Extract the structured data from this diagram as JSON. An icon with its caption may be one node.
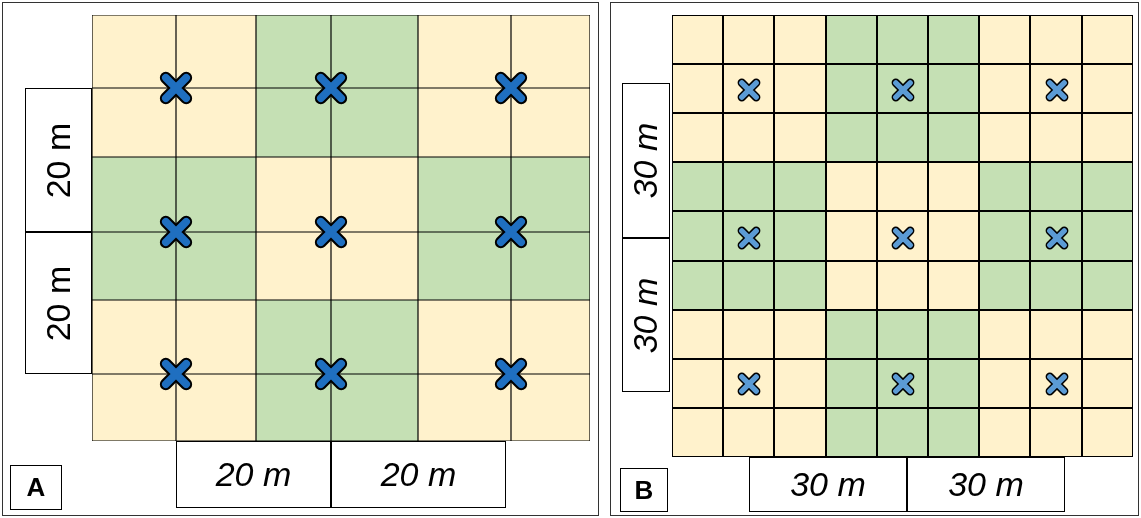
{
  "diagram": {
    "labels": [
      "20 m",
      "20 m",
      "20 m",
      "20 m",
      "A",
      "30 m",
      "30 m",
      "30 m",
      "30 m",
      "B"
    ]
  }
}
